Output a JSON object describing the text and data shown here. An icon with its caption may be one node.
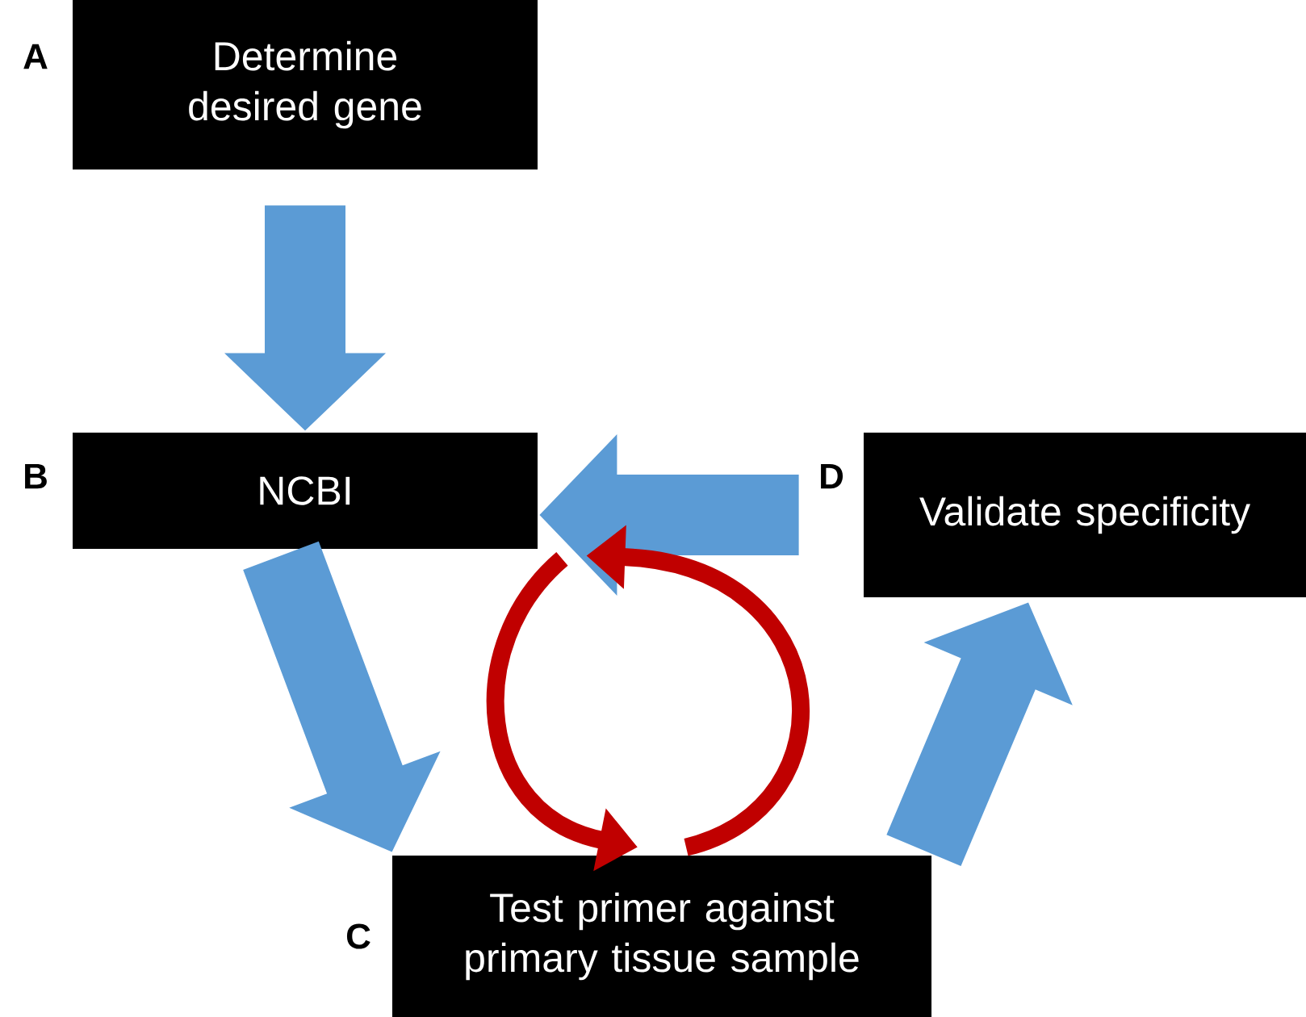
{
  "diagram": {
    "nodes": [
      {
        "text": [
          "Determine desired gene"
        ],
        "beside": [
          "A"
        ]
      },
      {
        "text": [
          "NCBI"
        ],
        "beside": [
          "B"
        ]
      },
      {
        "text": [
          "Test primer against primary tissue sample"
        ],
        "beside": [
          "C"
        ]
      },
      {
        "text": [
          "Validate specificity"
        ],
        "beside": [
          "D"
        ]
      }
    ],
    "edges": [
      {
        "from": 0,
        "to": 1,
        "arrow": "to"
      },
      {
        "from": 1,
        "to": 2,
        "arrow": "to"
      },
      {
        "from": 2,
        "to": 3,
        "arrow": "to"
      },
      {
        "from": 3,
        "to": 1,
        "arrow": "to"
      },
      {
        "from": 1,
        "to": 2,
        "arrow": "to",
        "color": "#c00000"
      },
      {
        "from": 2,
        "to": 1,
        "arrow": "to",
        "color": "#c00000"
      }
    ]
  }
}
